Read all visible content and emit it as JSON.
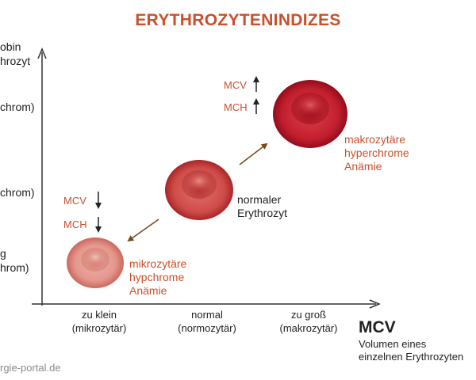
{
  "title": "ERYTHROZYTENINDIZES",
  "y_axis": {
    "label_lines": [
      "obin",
      "hrozyt"
    ],
    "levels": [
      "chrom)",
      "chrom)",
      "g",
      "hrom)"
    ]
  },
  "x_axis": {
    "ticks": [
      {
        "line1": "zu klein",
        "line2": "(mikrozytär)"
      },
      {
        "line1": "normal",
        "line2": "(normozytär)"
      },
      {
        "line1": "zu groß",
        "line2": "(makrozytär)"
      }
    ],
    "label": "MCV",
    "sublabel_lines": [
      "Volumen eines",
      "einzelnen Erythrozyten"
    ]
  },
  "cells": {
    "small": {
      "lines": [
        "mikrozytäre",
        "hypchrome",
        "Anämie"
      ],
      "color": "#c8502c"
    },
    "normal": {
      "lines": [
        "normaler",
        "Erythrozyt"
      ],
      "color": "#222222"
    },
    "large": {
      "lines": [
        "makrozytäre",
        "hyperchrome",
        "Anämie"
      ],
      "color": "#c8502c"
    }
  },
  "indicators": {
    "decreased": [
      {
        "label": "MCV",
        "arrow": "down"
      },
      {
        "label": "MCH",
        "arrow": "down"
      }
    ],
    "increased": [
      {
        "label": "MCV",
        "arrow": "up"
      },
      {
        "label": "MCH",
        "arrow": "up"
      }
    ]
  },
  "watermark": "rgie-portal.de",
  "colors": {
    "accent": "#c8502c",
    "arrow": "#7a4a1c",
    "cell_small": "#e08f86",
    "cell_normal": "#cc4040",
    "cell_large": "#b81c2a"
  }
}
